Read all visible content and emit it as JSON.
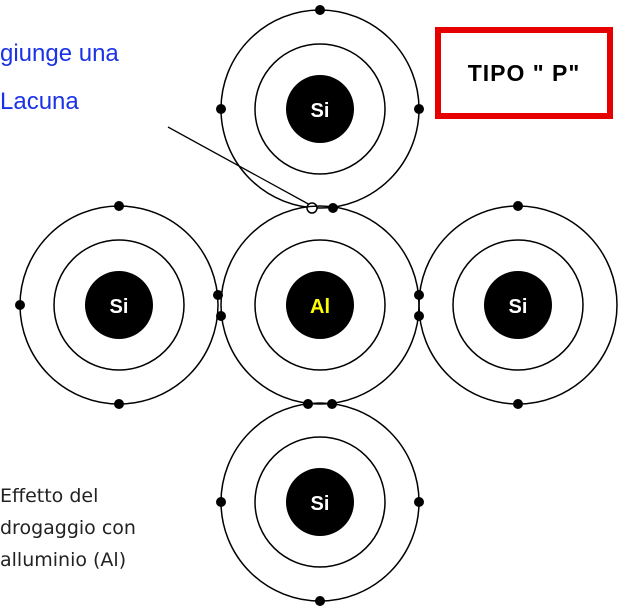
{
  "labels": {
    "hole_note_line1": "giunge una",
    "hole_note_line2": "Lacuna",
    "caption_line1": "Effetto del",
    "caption_line2": "drogaggio con",
    "caption_line3": "alluminio (Al)",
    "type_label": "TIPO \" P\""
  },
  "atoms": [
    {
      "id": "si-top",
      "symbol": "Si",
      "symbol_color": "#ffffff"
    },
    {
      "id": "si-left",
      "symbol": "Si",
      "symbol_color": "#ffffff"
    },
    {
      "id": "al-center",
      "symbol": "Al",
      "symbol_color": "#ffff00"
    },
    {
      "id": "si-right",
      "symbol": "Si",
      "symbol_color": "#ffffff"
    },
    {
      "id": "si-bottom",
      "symbol": "Si",
      "symbol_color": "#ffffff"
    }
  ],
  "colors": {
    "caption_blue": "#1a33e6",
    "box_red": "#e60000",
    "nucleus": "#000000",
    "orbit": "#000000"
  }
}
